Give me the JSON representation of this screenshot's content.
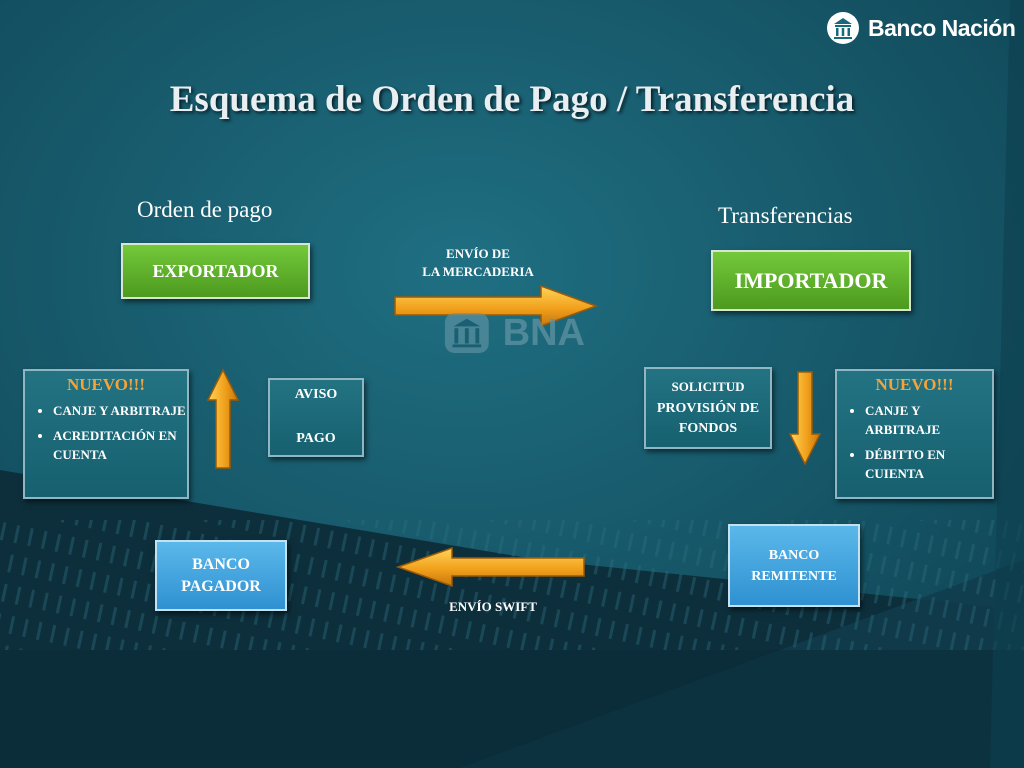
{
  "brand": {
    "name": "Banco Nación",
    "watermark": "BNA"
  },
  "title": "Esquema de Orden de Pago / Transferencia",
  "left_section": {
    "label": "Orden de pago"
  },
  "right_section": {
    "label": "Transferencias"
  },
  "exportador": "EXPORTADOR",
  "importador": "IMPORTADOR",
  "envio_mercaderia": {
    "line1": "ENVÍO DE",
    "line2": "LA MERCADERIA"
  },
  "envio_swift": "ENVÍO SWIFT",
  "nuevo_left": {
    "title": "NUEVO!!!",
    "items": [
      "CANJE Y ARBITRAJE",
      "ACREDITACIÓN EN CUENTA"
    ]
  },
  "nuevo_right": {
    "title": "NUEVO!!!",
    "items": [
      "CANJE Y ARBITRAJE",
      "DÉBITTO EN CUIENTA"
    ]
  },
  "aviso_pago": {
    "line1": "AVISO",
    "line2": "PAGO"
  },
  "solicitud": {
    "line1": "SOLICITUD",
    "line2": "PROVISIÓN DE FONDOS"
  },
  "banco_pagador": {
    "line1": "BANCO",
    "line2": "PAGADOR"
  },
  "banco_remitente": {
    "line1": "BANCO",
    "line2": "REMITENTE"
  },
  "colors": {
    "background": "#16566a",
    "green_box": "#5fb02c",
    "teal_box": "#1c6b7a",
    "bank_box": "#43a5df",
    "arrow": "#f1a11c",
    "nuevo_title": "#f5a33a"
  }
}
